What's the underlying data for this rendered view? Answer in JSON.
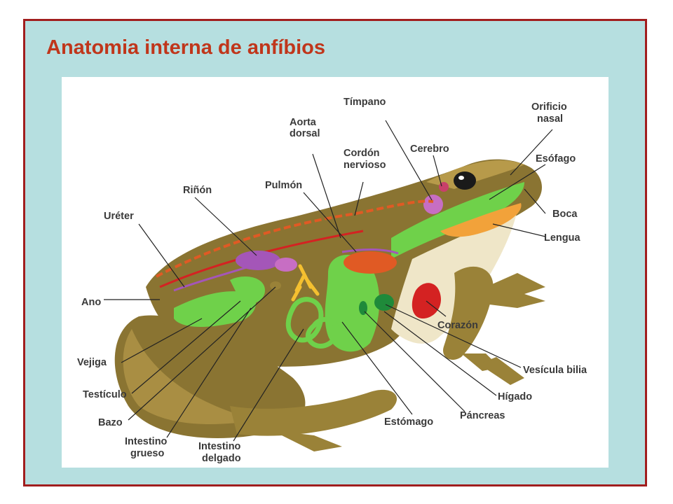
{
  "slide": {
    "title": "Anatomia interna de anfíbios"
  },
  "diagram": {
    "labels": {
      "timpano": "Tímpano",
      "aorta_dorsal_1": "Aorta",
      "aorta_dorsal_2": "dorsal",
      "orificio_nasal_1": "Orificio",
      "orificio_nasal_2": "nasal",
      "cordon_nervioso_1": "Cordón",
      "cordon_nervioso_2": "nervioso",
      "cerebro": "Cerebro",
      "esofago": "Esófago",
      "rinon": "Riñón",
      "pulmon": "Pulmón",
      "ureter": "Uréter",
      "boca": "Boca",
      "lengua": "Lengua",
      "ano": "Ano",
      "corazon": "Corazón",
      "vejiga": "Vejiga",
      "vesicula_biliar": "Vesícula bilia",
      "testiculo": "Testículo",
      "higado": "Hígado",
      "bazo": "Bazo",
      "pancreas": "Páncreas",
      "estomago": "Estómago",
      "intestino_grueso_1": "Intestino",
      "intestino_grueso_2": "grueso",
      "intestino_delgado_1": "Intestino",
      "intestino_delgado_2": "delgado"
    },
    "colors": {
      "frame_background": "#b6dfe0",
      "frame_border": "#a11e1e",
      "title": "#c0361b",
      "skin": "#8a7432",
      "skin_light": "#b79a4a",
      "belly": "#efe6c8",
      "digestive": "#6fd14a",
      "kidney": "#a456b8",
      "lung": "#e05a24",
      "heart": "#d42222",
      "tongue": "#f2a23a",
      "liver": "#1f8a3a",
      "pancreas": "#f4c030"
    }
  }
}
